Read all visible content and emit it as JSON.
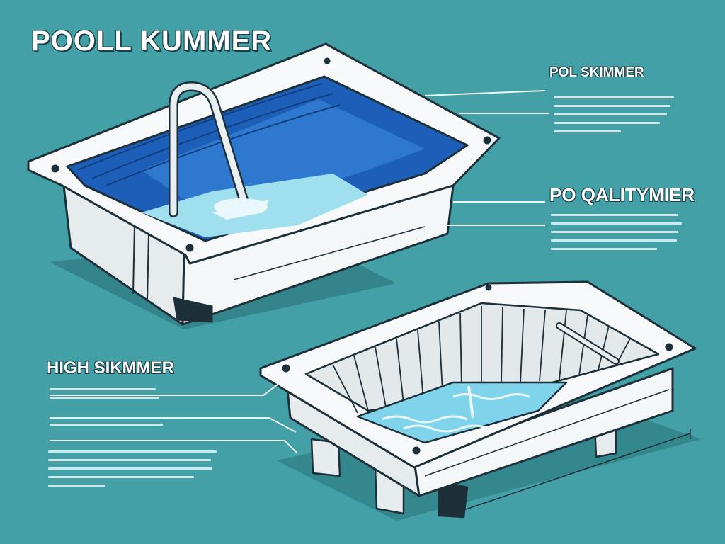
{
  "title": "POOLL KUMMER",
  "labels": {
    "top_right": "POL SKIMMER",
    "middle_right": "PO QALITYMIER",
    "lower_left": "HIGH SIKMMER"
  },
  "colors": {
    "background": "#43a0a6",
    "water_deep": "#1d5fb8",
    "water_light": "#9fdfee",
    "housing": "#f2f5f6",
    "outline": "#1d2f38"
  }
}
